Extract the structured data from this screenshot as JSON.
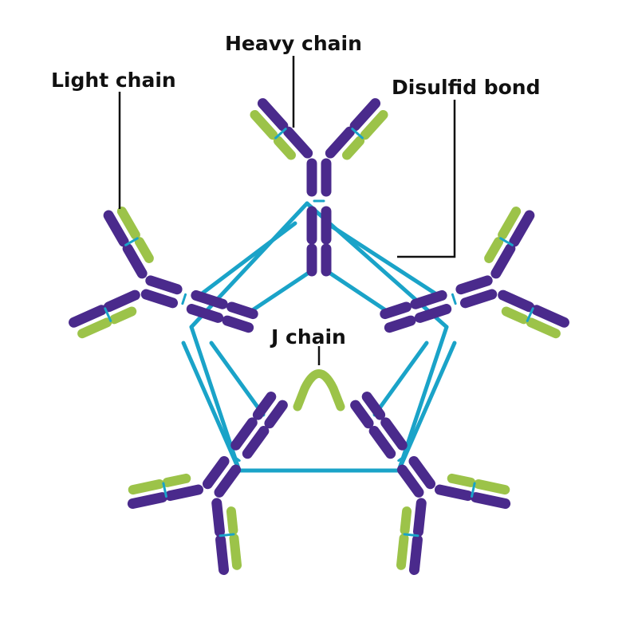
{
  "labels": {
    "heavy_chain": "Heavy chain",
    "light_chain": "Light chain",
    "disulfid_bond": "Disulfid bond",
    "j_chain": "J chain"
  },
  "colors": {
    "heavy_chain": "#4a2a8c",
    "light_chain": "#9cc349",
    "bond": "#1aa3c8",
    "label_text": "#111111"
  },
  "structure": {
    "monomers": 5,
    "arrangement": "pentamer"
  }
}
